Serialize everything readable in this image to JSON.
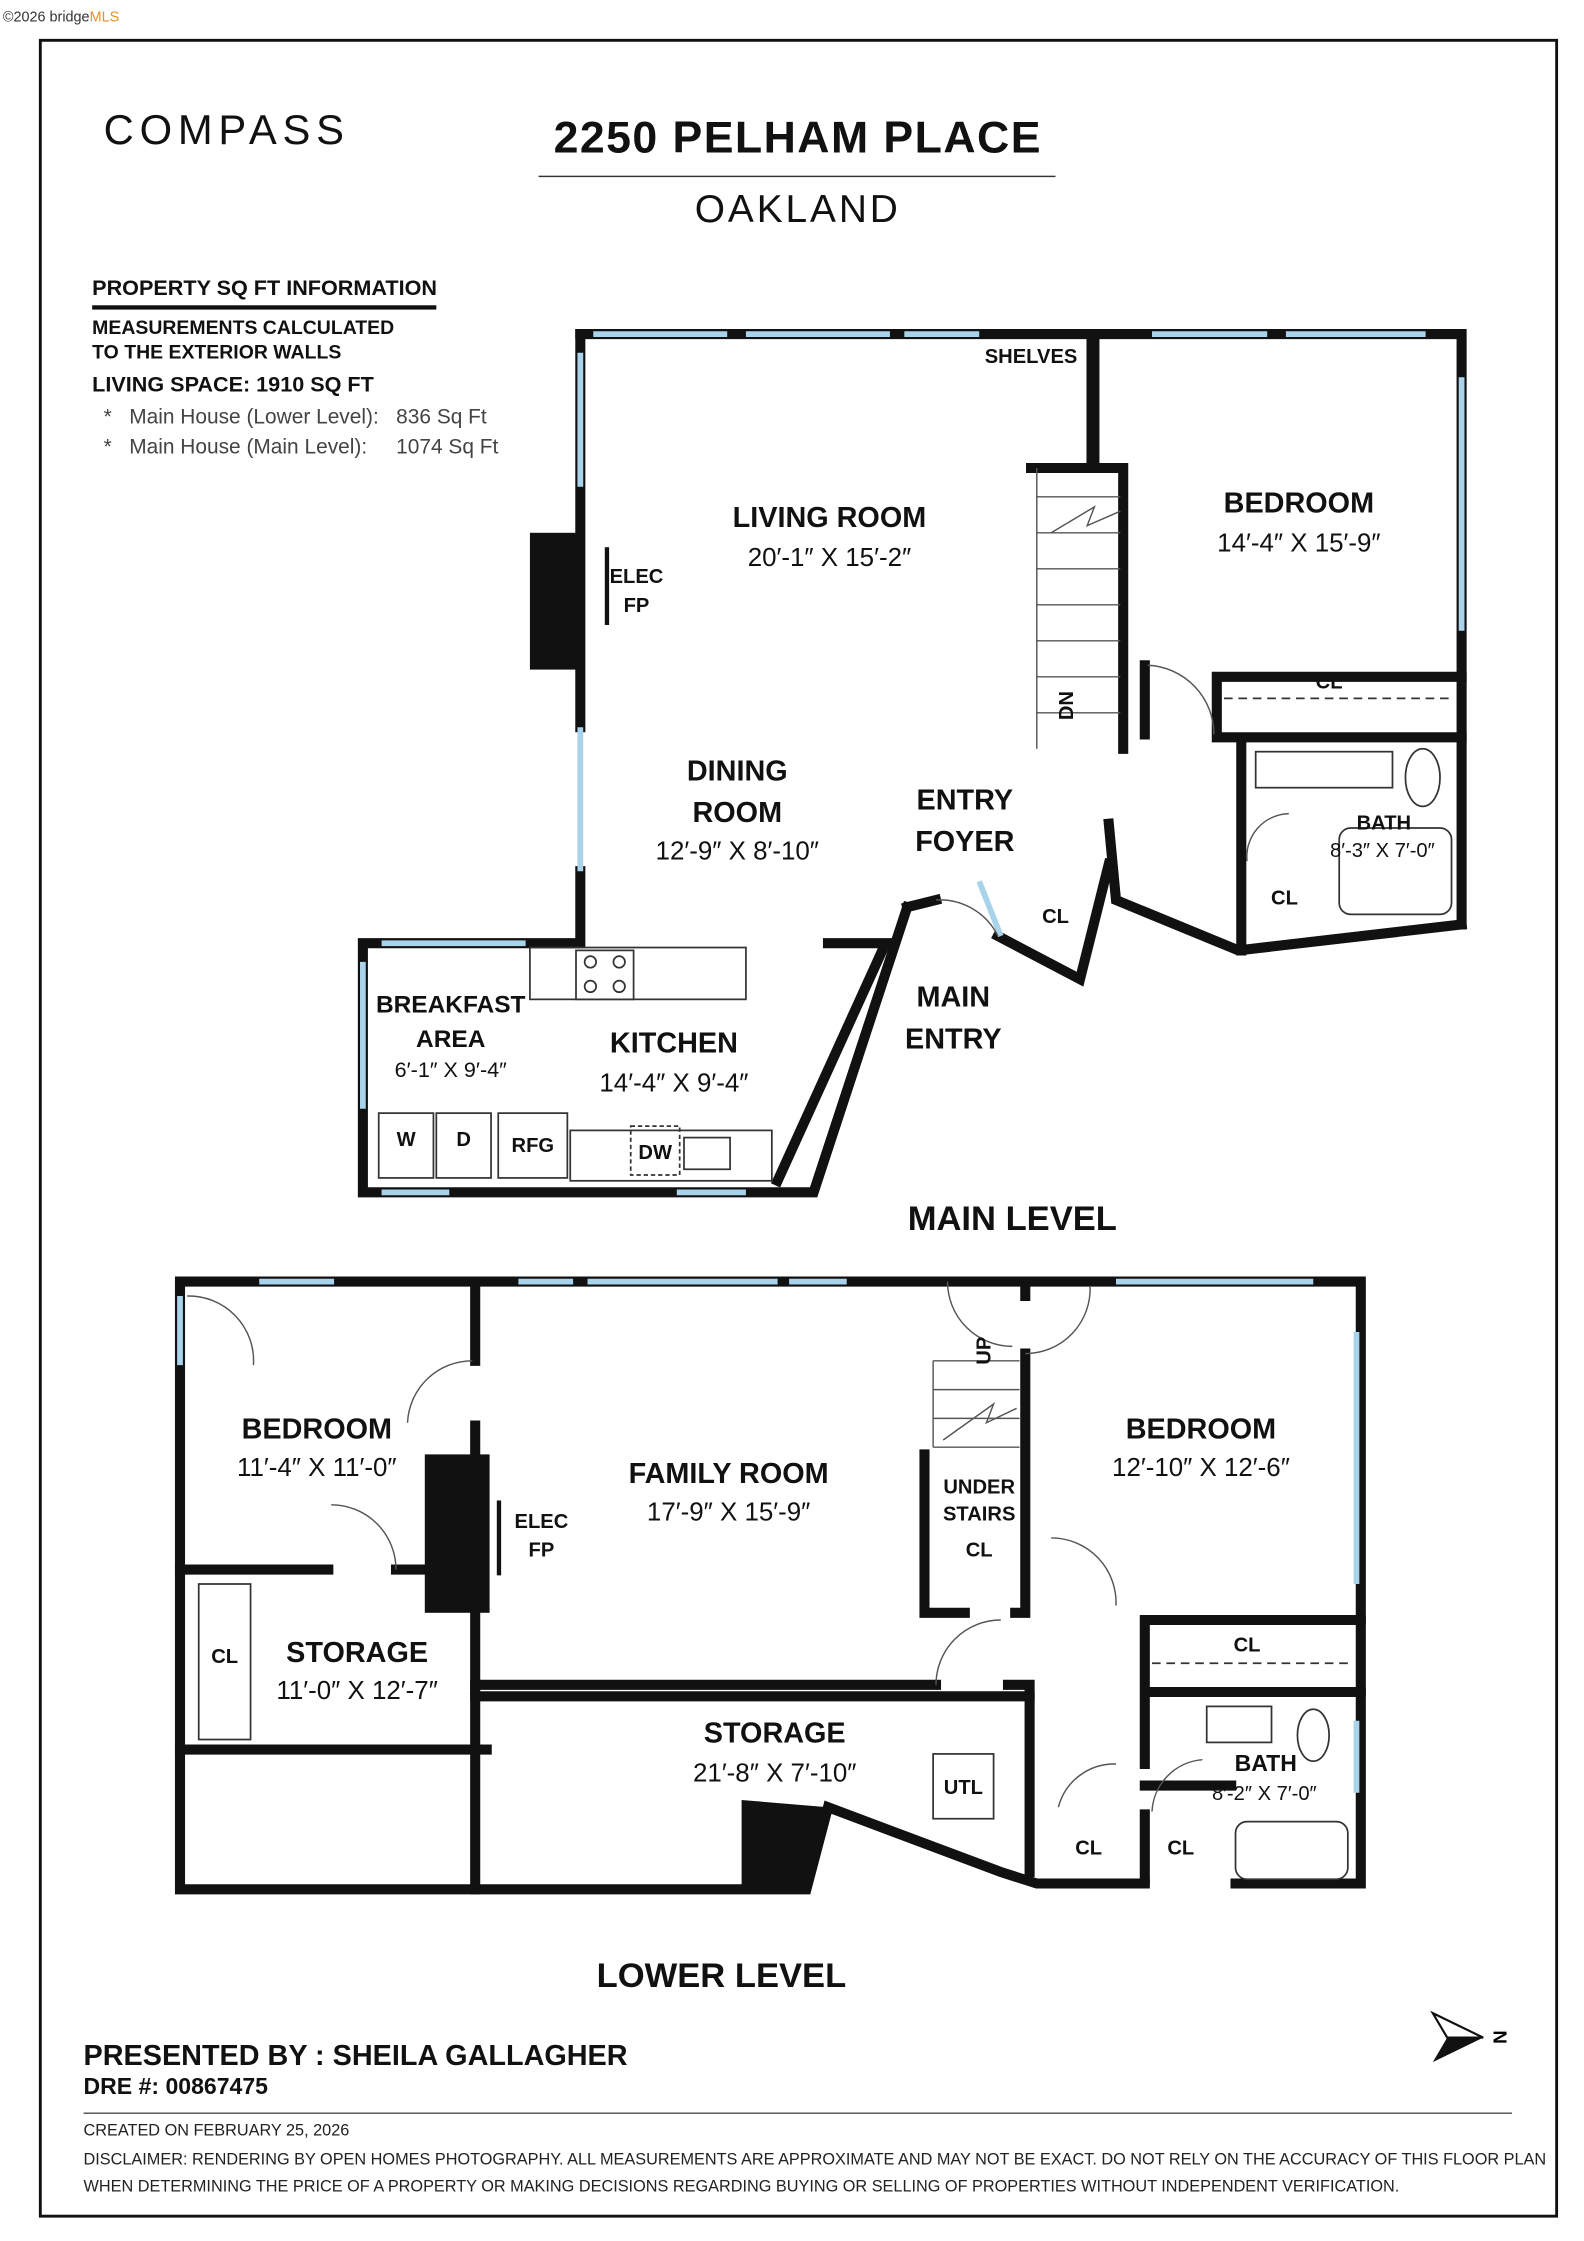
{
  "watermark": {
    "copyright": "©2026 bridge",
    "brand": "MLS"
  },
  "header": {
    "logo": "COMPASS",
    "address": "2250 PELHAM PLACE",
    "city": "OAKLAND"
  },
  "sqft_info": {
    "heading": "PROPERTY SQ FT INFORMATION",
    "note_line1": "MEASUREMENTS CALCULATED",
    "note_line2": "TO THE EXTERIOR WALLS",
    "living_space": "LIVING SPACE: 1910 SQ FT",
    "rows": [
      {
        "bullet": "*",
        "label": "Main House (Lower Level):",
        "value": "836 Sq Ft"
      },
      {
        "bullet": "*",
        "label": "Main House (Main Level):",
        "value": "1074 Sq Ft"
      }
    ]
  },
  "main_level": {
    "title": "MAIN LEVEL",
    "rooms": {
      "living": {
        "name": "LIVING ROOM",
        "dims": "20′-1″ X 15′-2″"
      },
      "bedroom": {
        "name": "BEDROOM",
        "dims": "14′-4″ X 15′-9″"
      },
      "dining1": "DINING",
      "dining2": "ROOM",
      "dining_dims": "12′-9″ X 8′-10″",
      "entry1": "ENTRY",
      "entry2": "FOYER",
      "bath": {
        "name": "BATH",
        "dims": "8′-3″ X 7′-0″"
      },
      "breakfast1": "BREAKFAST",
      "breakfast2": "AREA",
      "breakfast_dims": "6′-1″ X 9′-4″",
      "kitchen": {
        "name": "KITCHEN",
        "dims": "14′-4″ X 9′-4″"
      },
      "main_entry1": "MAIN",
      "main_entry2": "ENTRY"
    },
    "labels": {
      "shelves": "SHELVES",
      "elec": "ELEC",
      "fp": "FP",
      "dn": "DN",
      "cl": "CL",
      "w": "W",
      "d": "D",
      "rfg": "RFG",
      "dw": "DW"
    }
  },
  "lower_level": {
    "title": "LOWER LEVEL",
    "rooms": {
      "bedroom_left": {
        "name": "BEDROOM",
        "dims": "11′-4″ X 11′-0″"
      },
      "family": {
        "name": "FAMILY ROOM",
        "dims": "17′-9″ X 15′-9″"
      },
      "bedroom_right": {
        "name": "BEDROOM",
        "dims": "12′-10″ X 12′-6″"
      },
      "storage_left": {
        "name": "STORAGE",
        "dims": "11′-0″ X 12′-7″"
      },
      "storage_mid": {
        "name": "STORAGE",
        "dims": "21′-8″ X 7′-10″"
      },
      "bath": {
        "name": "BATH",
        "dims": "8′-2″ X 7′-0″"
      },
      "under1": "UNDER",
      "under2": "STAIRS"
    },
    "labels": {
      "elec": "ELEC",
      "fp": "FP",
      "up": "UP",
      "cl": "CL",
      "utl": "UTL"
    }
  },
  "compass_rose": {
    "letter": "N"
  },
  "footer": {
    "presented_by": "PRESENTED BY : SHEILA GALLAGHER",
    "dre": "DRE #: 00867475",
    "created": "CREATED ON FEBRUARY 25, 2026",
    "disclaimer1": "DISCLAIMER: RENDERING BY OPEN HOMES PHOTOGRAPHY. ALL MEASUREMENTS ARE APPROXIMATE AND MAY NOT BE EXACT. DO NOT RELY ON THE ACCURACY OF THIS FLOOR PLAN",
    "disclaimer2": "WHEN DETERMINING THE PRICE OF A PROPERTY OR MAKING DECISIONS REGARDING BUYING OR SELLING OF PROPERTIES WITHOUT INDEPENDENT VERIFICATION."
  },
  "colors": {
    "wall": "#111111",
    "window": "#a9d3ea",
    "mls_accent": "#e8902a"
  }
}
